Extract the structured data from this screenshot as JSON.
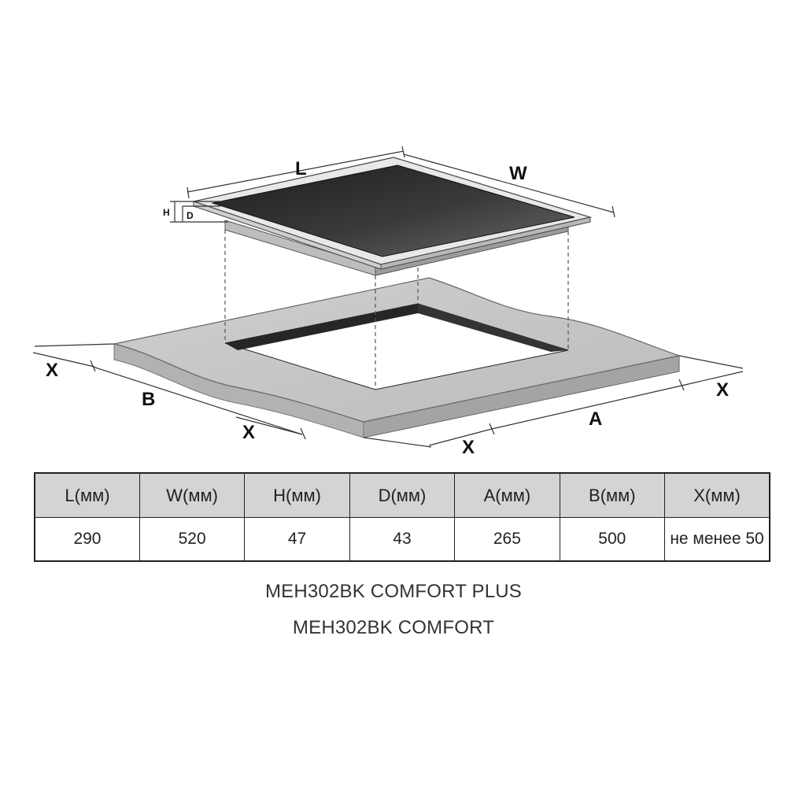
{
  "diagram": {
    "labels": {
      "L": "L",
      "W": "W",
      "H": "H",
      "D": "D",
      "A": "A",
      "B": "B",
      "X": "X"
    }
  },
  "table": {
    "headers": [
      "L(мм)",
      "W(мм)",
      "H(мм)",
      "D(мм)",
      "A(мм)",
      "B(мм)",
      "X(мм)"
    ],
    "values": [
      "290",
      "520",
      "47",
      "43",
      "265",
      "500",
      "не менее 50"
    ]
  },
  "models": [
    "MEH302BK COMFORT PLUS",
    "MEH302BK COMFORT"
  ],
  "colors": {
    "glass_top": "#2a2a2a",
    "frame": "#e6e6e6",
    "hob_body": "#bdbdbd",
    "countertop_top": "#c6c6c6",
    "countertop_edge": "#a9a9a9",
    "cutout": "#262626",
    "header_bg": "#d4d4d4"
  }
}
